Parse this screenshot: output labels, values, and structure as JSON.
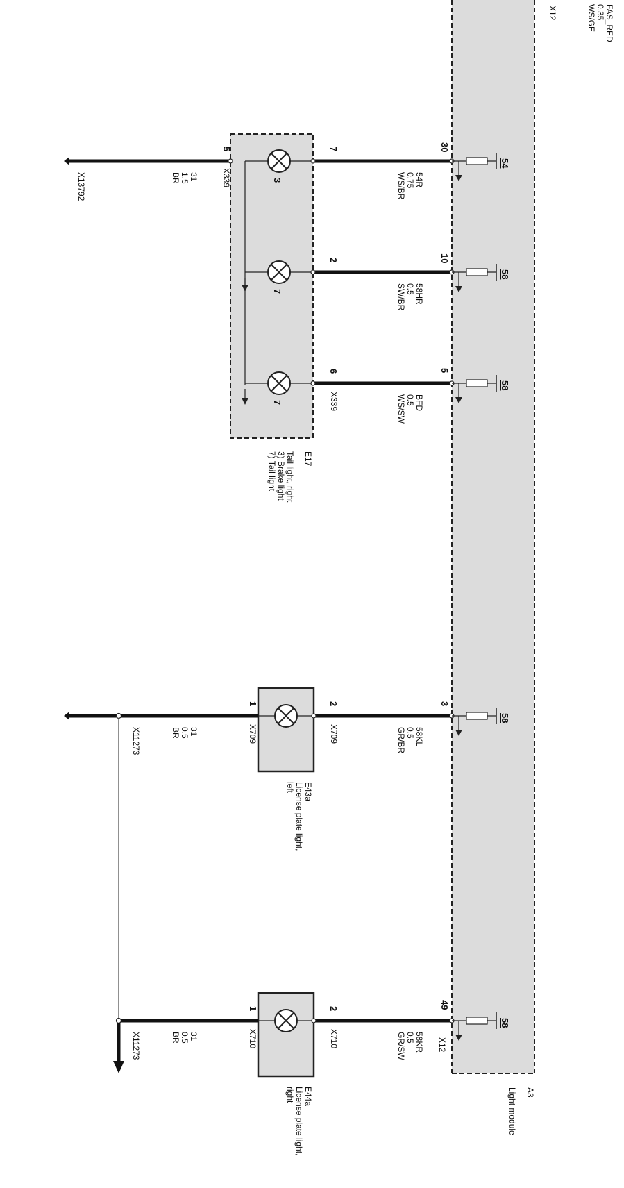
{
  "header": {
    "fas_name": "FAS_RED",
    "fas_size": "0.35",
    "fas_color": "WS/GE",
    "x12": "X12"
  },
  "a3": {
    "id": "A3",
    "name": "Light module",
    "connector": "X12"
  },
  "e17": {
    "id": "E17",
    "line1": "Tail light, right",
    "line2": "3) Brake light",
    "line3": "7) Tail light",
    "connector": "X339",
    "pins": [
      "5",
      "7",
      "2",
      "6"
    ],
    "bulbs": [
      "3",
      "7",
      "7"
    ]
  },
  "e43a": {
    "id": "E43a",
    "line1": "License plate light,",
    "line2": "left",
    "pin_in": "2",
    "pin_out": "1",
    "connector": "X709"
  },
  "e44a": {
    "id": "E44a",
    "line1": "License plate light,",
    "line2": "right",
    "pin_in": "2",
    "pin_out": "1",
    "connector": "X710"
  },
  "module_pins": [
    "30",
    "10",
    "5",
    "3",
    "49"
  ],
  "fuse_labels": [
    "54",
    "58",
    "58",
    "58",
    "58"
  ],
  "wires": [
    {
      "name": "54R",
      "size": "0.75",
      "color": "WS/BR"
    },
    {
      "name": "58HR",
      "size": "0.5",
      "color": "SW/BR"
    },
    {
      "name": "BFD",
      "size": "0.5",
      "color": "WS/SW"
    },
    {
      "name": "58KL",
      "size": "0.5",
      "color": "GR/BR"
    },
    {
      "name": "58KR",
      "size": "0.5",
      "color": "GR/SW"
    }
  ],
  "ground_wires": [
    {
      "name": "31",
      "size": "1.5",
      "color": "BR",
      "ground": "X13792"
    },
    {
      "name": "31",
      "size": "0.5",
      "color": "BR",
      "ground": "X11273"
    },
    {
      "name": "31",
      "size": "0.5",
      "color": "BR",
      "ground": "X11273"
    }
  ]
}
